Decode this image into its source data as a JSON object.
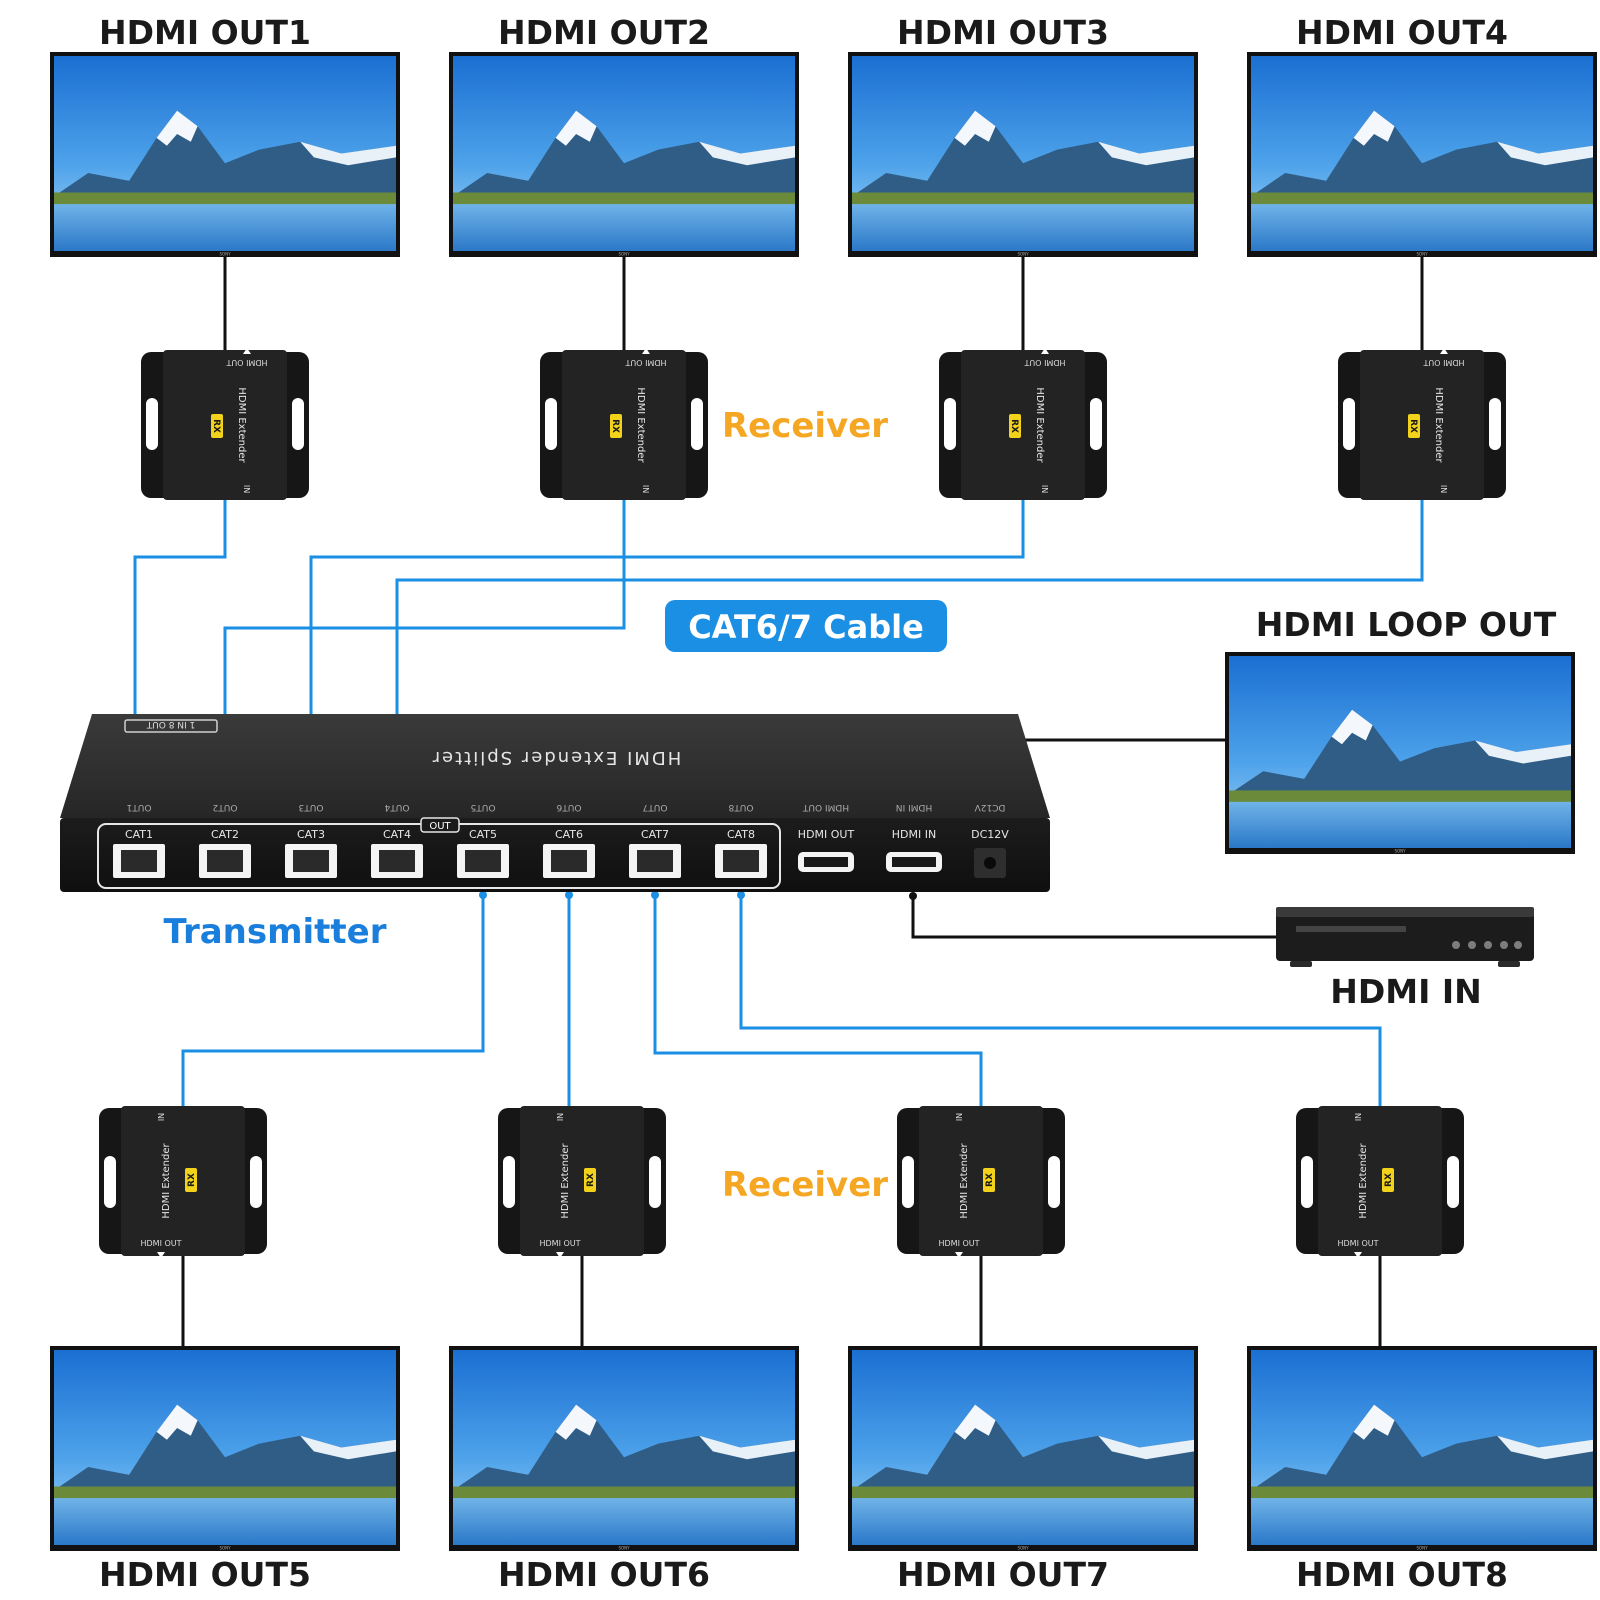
{
  "monitor_labels": [
    "HDMI OUT1",
    "HDMI OUT2",
    "HDMI OUT3",
    "HDMI OUT4",
    "HDMI OUT5",
    "HDMI OUT6",
    "HDMI OUT7",
    "HDMI OUT8"
  ],
  "monitor_brand": "SONY",
  "loop_out_label": "HDMI LOOP OUT",
  "hdmi_in_label": "HDMI IN",
  "receiver_label": "Receiver",
  "cable_label": "CAT6/7 Cable",
  "transmitter_label": "Transmitter",
  "receiver_device": {
    "name": "HDMI Extender",
    "badge": "RX",
    "port_top": "HDMI OUT",
    "port_bottom": "IN"
  },
  "splitter": {
    "name": "HDMI Extender Splitter",
    "corner_tag": "1 IN 8 OUT",
    "rear_labels": [
      "OUT1",
      "OUT2",
      "OUT3",
      "OUT4",
      "OUT5",
      "OUT6",
      "OUT7",
      "OUT8",
      "HDMI OUT",
      "HDMI IN",
      "DC12V"
    ],
    "cat_ports": [
      "CAT1",
      "CAT2",
      "CAT3",
      "CAT4",
      "CAT5",
      "CAT6",
      "CAT7",
      "CAT8"
    ],
    "out_tag": "OUT",
    "hdmi_out_port": "HDMI OUT",
    "hdmi_in_port": "HDMI IN",
    "power_port": "DC12V"
  },
  "colors": {
    "cable_blue": "#1a8fe3",
    "label_orange": "#f5a623",
    "label_blue": "#1a7fdc",
    "device_black": "#1e1e1e",
    "badge_yellow": "#f2d21b"
  }
}
